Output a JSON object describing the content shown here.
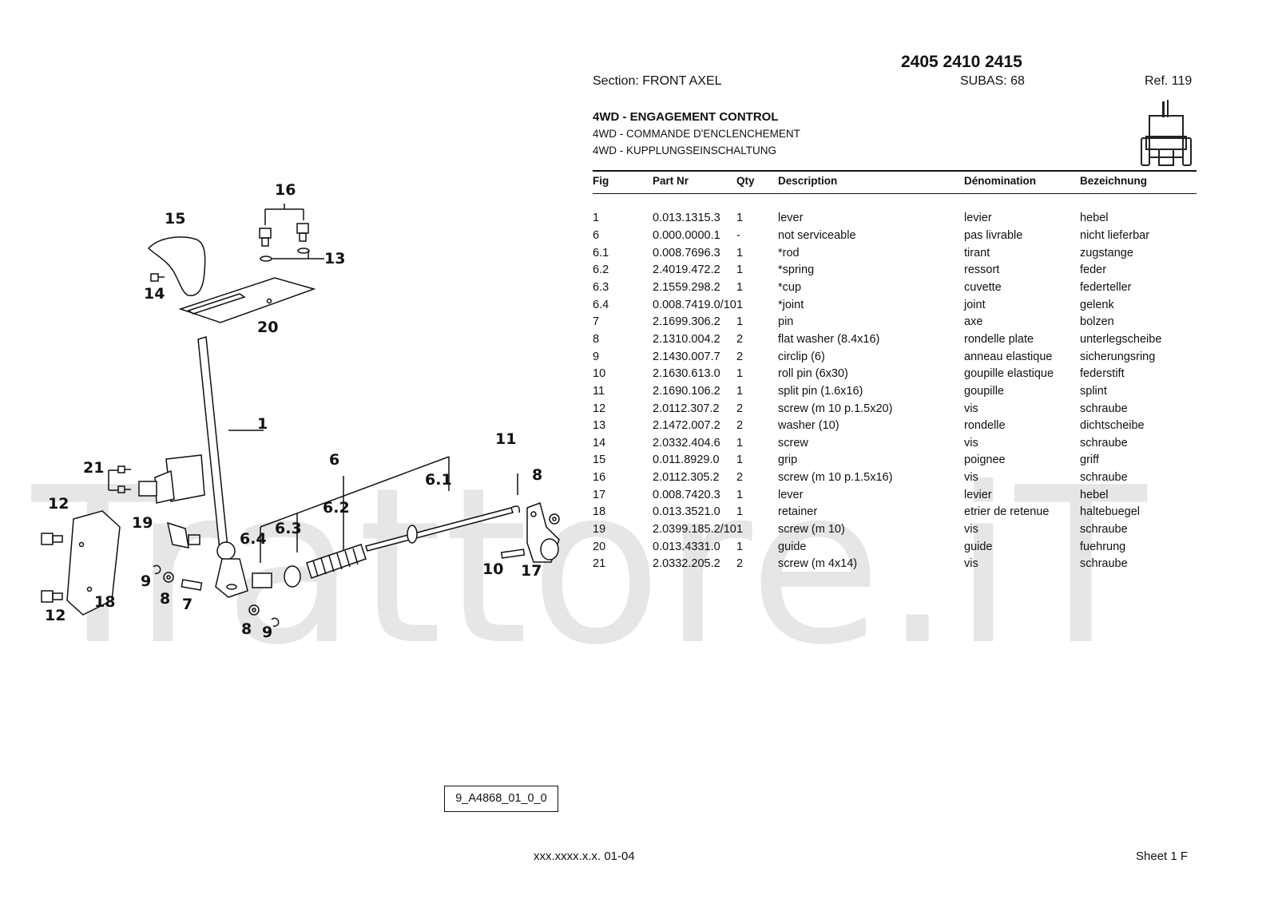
{
  "watermark": "Trattore.iT",
  "header": {
    "models": "2405 2410 2415",
    "section": "Section: FRONT AXEL",
    "subas": "SUBAS: 68",
    "ref": "Ref. 119"
  },
  "titles": {
    "en": "4WD - ENGAGEMENT CONTROL",
    "fr": "4WD - COMMANDE D'ENCLENCHEMENT",
    "de": "4WD - KUPPLUNGSEINSCHALTUNG"
  },
  "table": {
    "headers": [
      "Fig",
      "Part Nr",
      "Qty",
      "Description",
      "Dénomination",
      "Bezeichnung"
    ],
    "rows": [
      [
        "1",
        "0.013.1315.3",
        "1",
        "lever",
        "levier",
        "hebel"
      ],
      [
        "6",
        "0.000.0000.1",
        "-",
        "not serviceable",
        "pas livrable",
        "nicht lieferbar"
      ],
      [
        "6.1",
        "0.008.7696.3",
        "1",
        "*rod",
        "tirant",
        "zugstange"
      ],
      [
        "6.2",
        "2.4019.472.2",
        "1",
        "*spring",
        "ressort",
        "feder"
      ],
      [
        "6.3",
        "2.1559.298.2",
        "1",
        "*cup",
        "cuvette",
        "federteller"
      ],
      [
        "6.4",
        "0.008.7419.0/10",
        "1",
        "*joint",
        "joint",
        "gelenk"
      ],
      [
        "7",
        "2.1699.306.2",
        "1",
        "pin",
        "axe",
        "bolzen"
      ],
      [
        "8",
        "2.1310.004.2",
        "2",
        "flat washer (8.4x16)",
        "rondelle plate",
        "unterlegscheibe"
      ],
      [
        "9",
        "2.1430.007.7",
        "2",
        "circlip (6)",
        "anneau elastique",
        "sicherungsring"
      ],
      [
        "10",
        "2.1630.613.0",
        "1",
        "roll pin (6x30)",
        "goupille elastique",
        "federstift"
      ],
      [
        "11",
        "2.1690.106.2",
        "1",
        "split pin (1.6x16)",
        "goupille",
        "splint"
      ],
      [
        "12",
        "2.0112.307.2",
        "2",
        "screw (m 10 p.1.5x20)",
        "vis",
        "schraube"
      ],
      [
        "13",
        "2.1472.007.2",
        "2",
        "washer (10)",
        "rondelle",
        "dichtscheibe"
      ],
      [
        "14",
        "2.0332.404.6",
        "1",
        "screw",
        "vis",
        "schraube"
      ],
      [
        "15",
        "0.011.8929.0",
        "1",
        "grip",
        "poignee",
        "griff"
      ],
      [
        "16",
        "2.0112.305.2",
        "2",
        "screw (m 10 p.1.5x16)",
        "vis",
        "schraube"
      ],
      [
        "17",
        "0.008.7420.3",
        "1",
        "lever",
        "levier",
        "hebel"
      ],
      [
        "18",
        "0.013.3521.0",
        "1",
        "retainer",
        "etrier de retenue",
        "haltebuegel"
      ],
      [
        "19",
        "2.0399.185.2/10",
        "1",
        "screw (m 10)",
        "vis",
        "schraube"
      ],
      [
        "20",
        "0.013.4331.0",
        "1",
        "guide",
        "guide",
        "fuehrung"
      ],
      [
        "21",
        "2.0332.205.2",
        "2",
        "screw (m 4x14)",
        "vis",
        "schraube"
      ]
    ]
  },
  "diagram": {
    "code": "9_A4868_01_0_0",
    "labels": [
      "16",
      "15",
      "13",
      "14",
      "20",
      "1",
      "11",
      "6",
      "6.1",
      "8",
      "21",
      "6.2",
      "12",
      "19",
      "6.4",
      "6.3",
      "10",
      "17",
      "9",
      "8",
      "7",
      "18",
      "12",
      "8",
      "9"
    ]
  },
  "footer": {
    "left": "xxx.xxxx.x.x. 01-04",
    "right": "Sheet 1 F"
  }
}
